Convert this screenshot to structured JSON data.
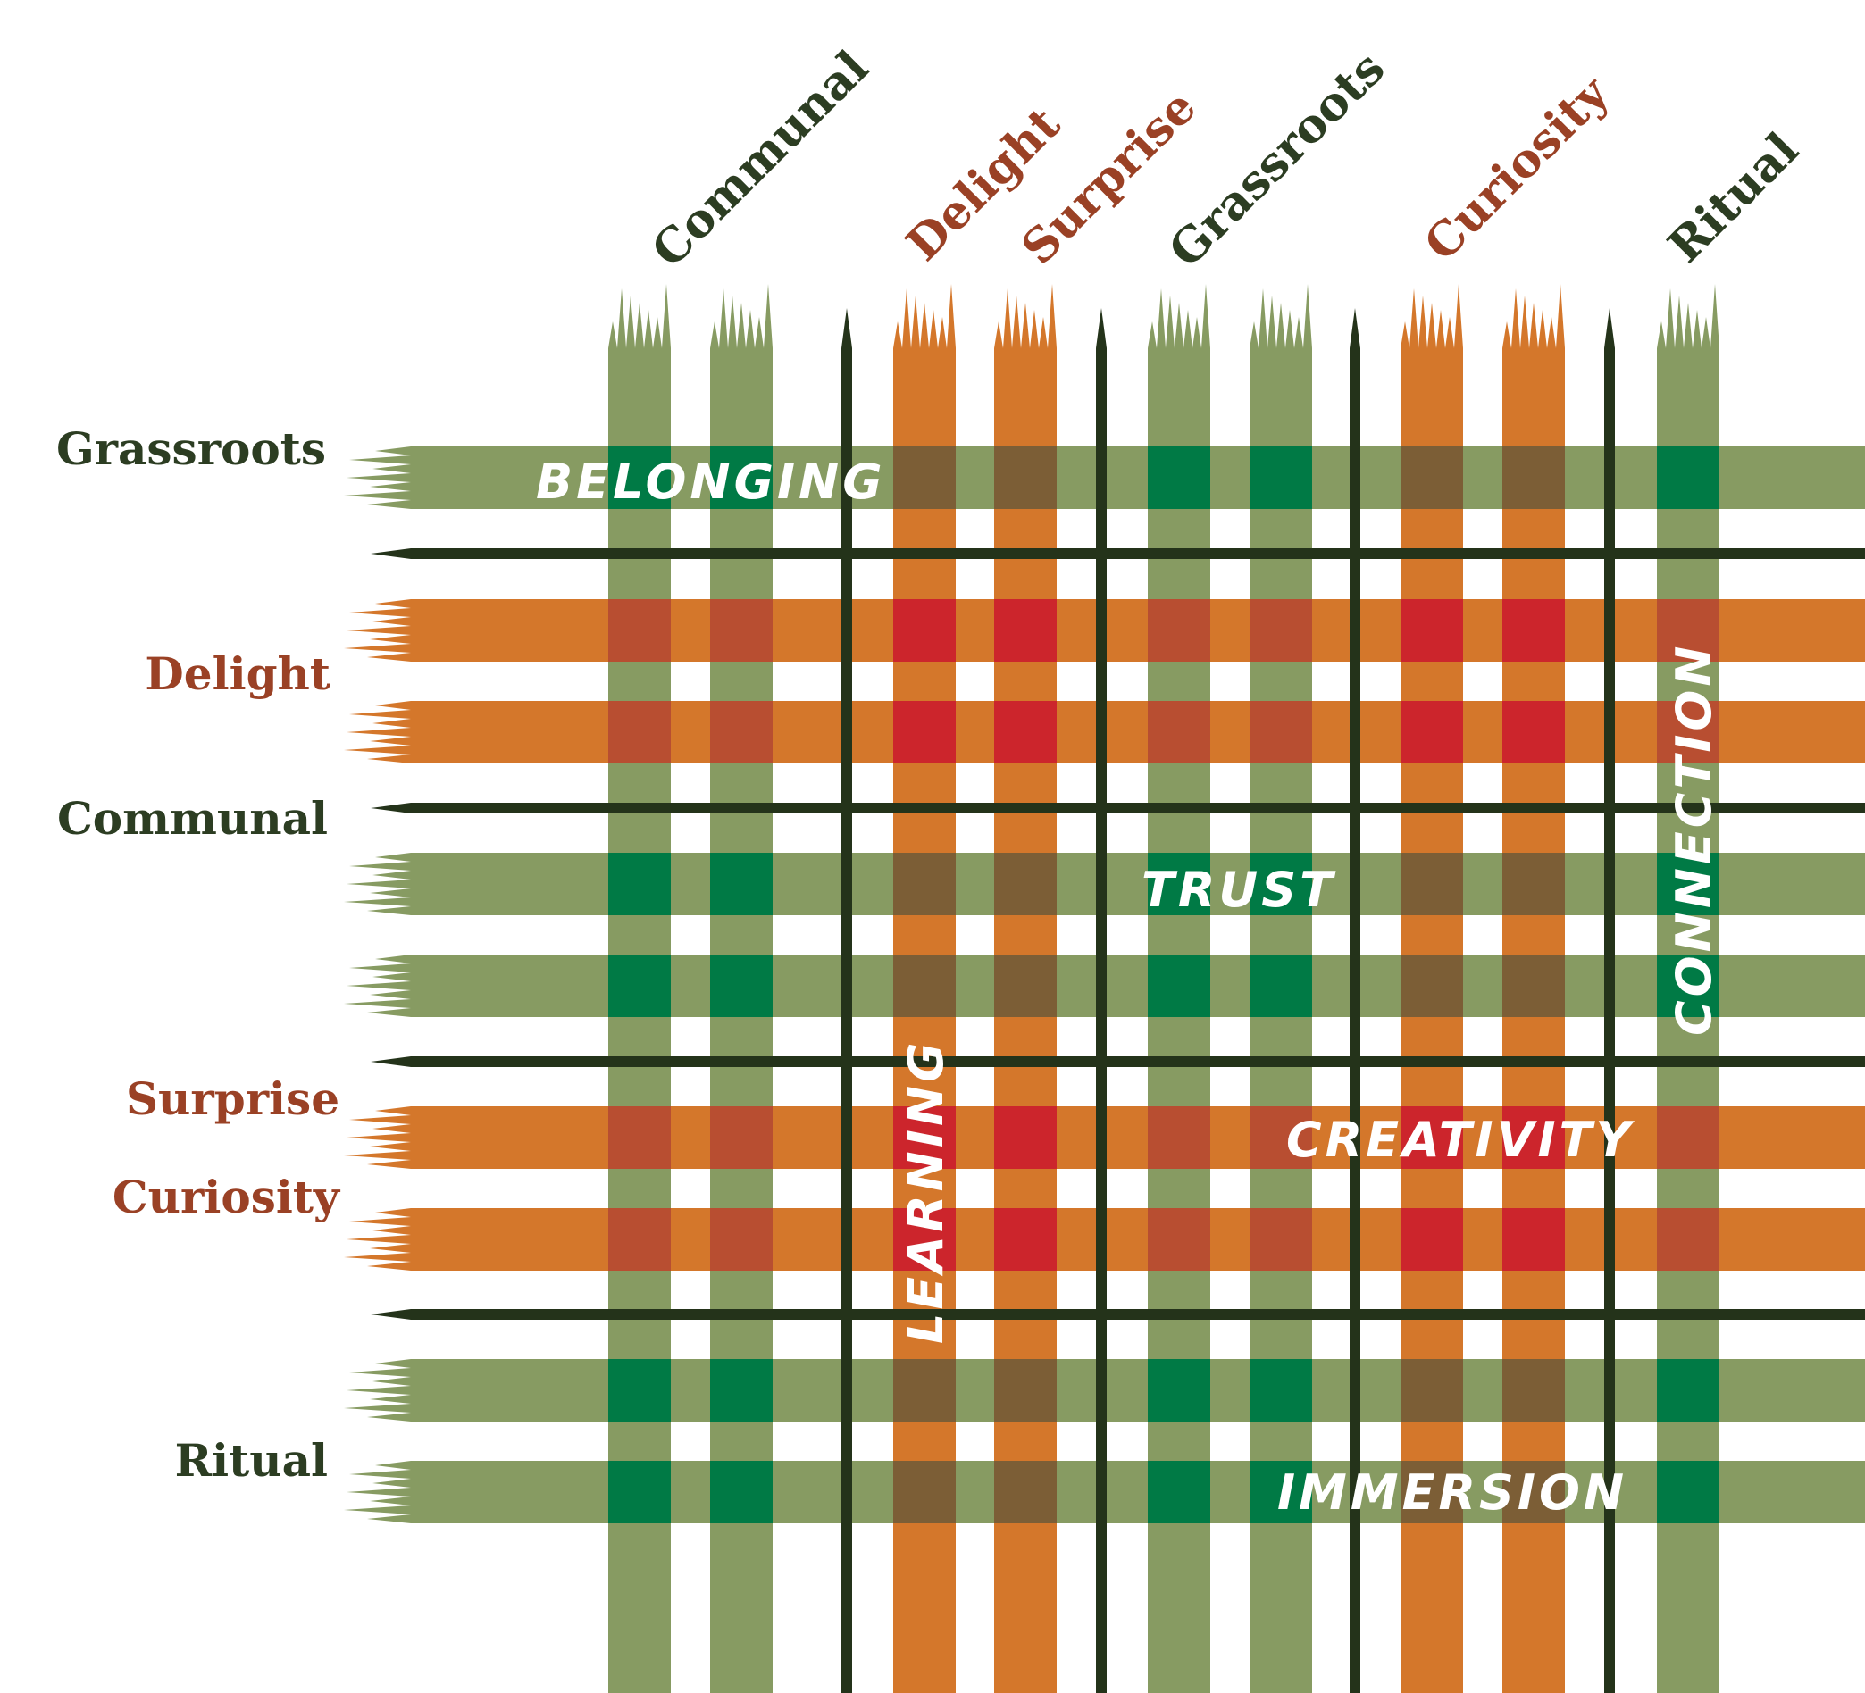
{
  "colors": {
    "green": "#879b62",
    "orange": "#d4772b",
    "dark": "#24331a",
    "green_green": "#007a45",
    "orange_orange": "#cc252c",
    "green_orange": "#7c5e36",
    "orange_green": "#b84e31",
    "white_text": "#ffffff",
    "label_green": "#2c3d22",
    "label_orange": "#9a4125"
  },
  "columns": [
    {
      "type": "green",
      "label": "Communal"
    },
    {
      "type": "green",
      "label": ""
    },
    {
      "type": "dark",
      "label": ""
    },
    {
      "type": "orange",
      "label": "Delight"
    },
    {
      "type": "orange",
      "label": "Surprise"
    },
    {
      "type": "dark",
      "label": ""
    },
    {
      "type": "green",
      "label": "Grassroots"
    },
    {
      "type": "green",
      "label": ""
    },
    {
      "type": "dark",
      "label": ""
    },
    {
      "type": "orange",
      "label": "Curiosity"
    },
    {
      "type": "orange",
      "label": ""
    },
    {
      "type": "dark",
      "label": ""
    },
    {
      "type": "green",
      "label": "Ritual"
    }
  ],
  "rows": [
    {
      "type": "green",
      "label": "Grassroots"
    },
    {
      "type": "dark",
      "label": ""
    },
    {
      "type": "orange",
      "label": ""
    },
    {
      "type": "orange",
      "label": "Delight"
    },
    {
      "type": "dark",
      "label": "Communal"
    },
    {
      "type": "green",
      "label": ""
    },
    {
      "type": "green",
      "label": ""
    },
    {
      "type": "dark",
      "label": ""
    },
    {
      "type": "orange",
      "label": "Surprise"
    },
    {
      "type": "orange",
      "label": "Curiosity"
    },
    {
      "type": "dark",
      "label": ""
    },
    {
      "type": "green",
      "label": ""
    },
    {
      "type": "green",
      "label": "Ritual"
    }
  ],
  "words": {
    "belonging": "BELONGING",
    "trust": "TRUST",
    "connection": "CONNECTION",
    "learning": "LEARNING",
    "creativity": "CREATIVITY",
    "immersion": "IMMERSION"
  }
}
